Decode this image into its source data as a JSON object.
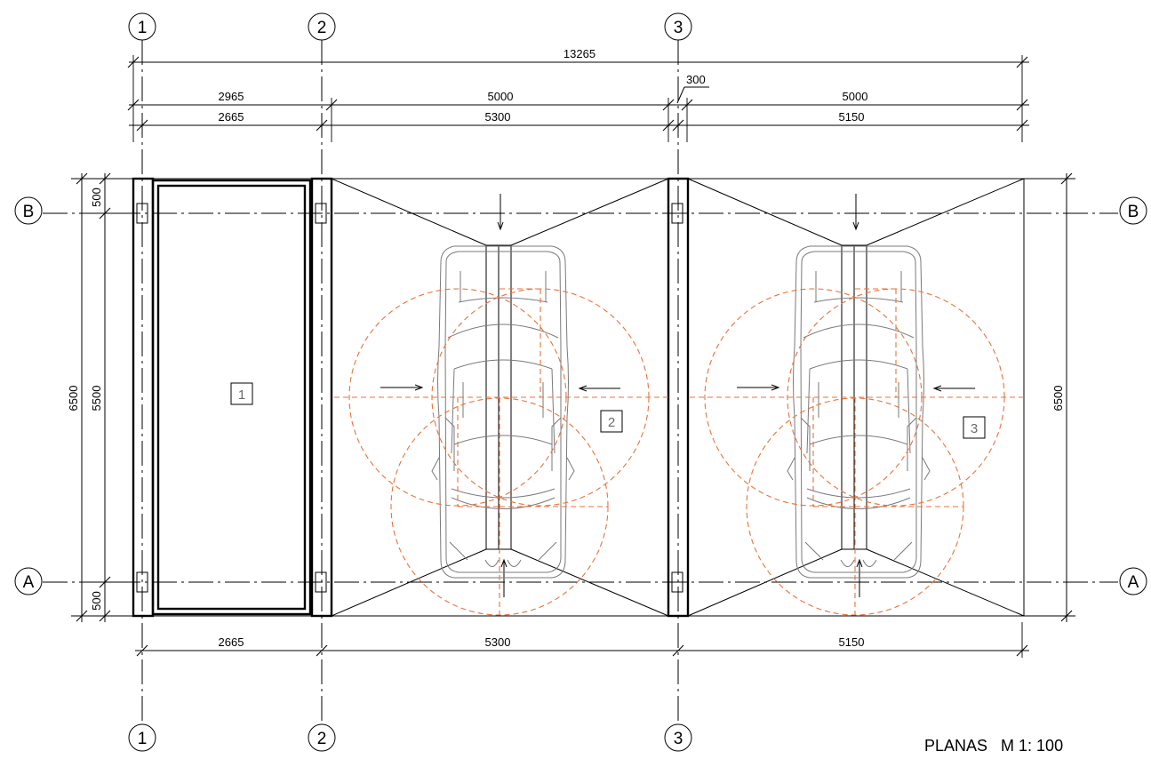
{
  "axes": {
    "vertical": [
      "1",
      "2",
      "3"
    ],
    "horizontal": [
      "B",
      "A"
    ]
  },
  "dimensions": {
    "top_total": "13265",
    "top_row1": [
      "2965",
      "5000",
      "5000"
    ],
    "top_gap": "300",
    "top_row2": [
      "2665",
      "5300",
      "5150"
    ],
    "bottom": [
      "2665",
      "5300",
      "5150"
    ],
    "left_outer": "6500",
    "left_inner": [
      "500",
      "5500",
      "500"
    ],
    "right_outer": "6500"
  },
  "rooms": [
    "1",
    "2",
    "3"
  ],
  "scale_note": "PLANAS   M 1: 100",
  "colors": {
    "lines": "#000000",
    "clearance_circles": "#e8733a",
    "car_outline": "#7a7a7a"
  }
}
